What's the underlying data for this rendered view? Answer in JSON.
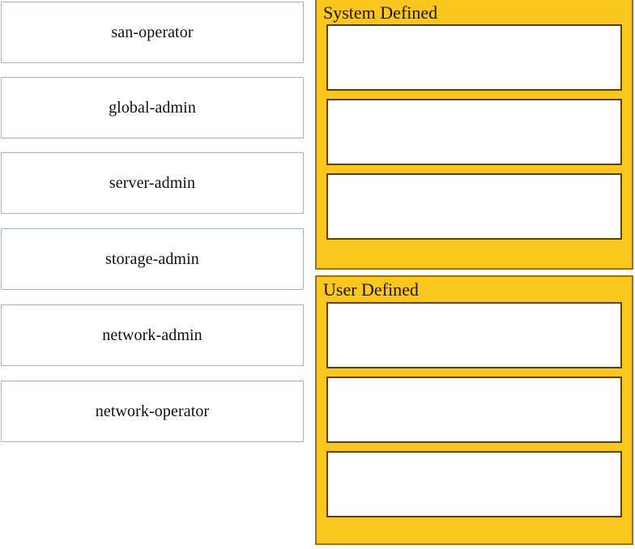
{
  "page": {
    "title": "Role assignment drag-and-drop exercise",
    "background_color": "#ffffff"
  },
  "colors": {
    "panel_fill": "#fbc61e",
    "panel_border": "#a06f10",
    "drop_zone_border": "#5b3f08",
    "drop_zone_fill": "#ffffff",
    "drag_item_border": "#9eb7bb",
    "drag_item_fill": "#ffffff",
    "text_dark": "#100f0d",
    "title_text": "#1c1408"
  },
  "drag_source": {
    "name": "roles-source-list",
    "items": [
      {
        "label": "san-operator"
      },
      {
        "label": "global-admin"
      },
      {
        "label": "server-admin"
      },
      {
        "label": "storage-admin"
      },
      {
        "label": "network-admin"
      },
      {
        "label": "network-operator"
      }
    ]
  },
  "drop_targets": {
    "panels": [
      {
        "title": "System Defined",
        "zones": [
          {
            "value": ""
          },
          {
            "value": ""
          },
          {
            "value": ""
          }
        ]
      },
      {
        "title": "User Defined",
        "zones": [
          {
            "value": ""
          },
          {
            "value": ""
          },
          {
            "value": ""
          }
        ]
      }
    ]
  }
}
